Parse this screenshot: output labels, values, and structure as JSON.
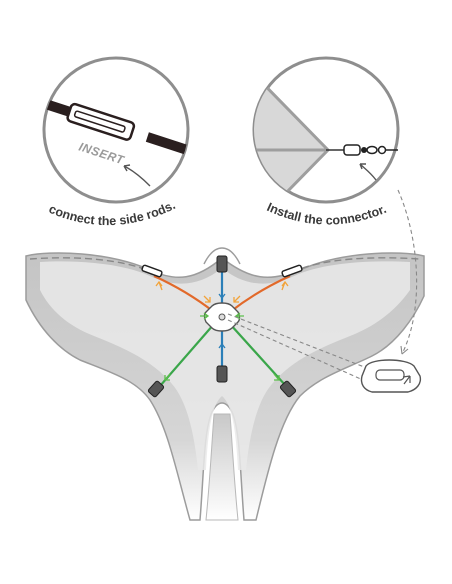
{
  "diagram": {
    "callout_left": {
      "insert_label": "INSERT",
      "caption": "connect the side rods."
    },
    "callout_right": {
      "caption": "Install the connector."
    },
    "colors": {
      "kite_fill": "#c9c9c9",
      "kite_outline": "#9c9c9c",
      "callout_ring": "#8e8e8e",
      "sail_panel": "#d8d8d8",
      "rod_orange": "#e2692a",
      "rod_blue": "#2b7fb8",
      "rod_green": "#3aa64a",
      "arrow_orange": "#f2a33a",
      "arrow_green": "#5bbf4a",
      "rod_dark": "#2a1f1f",
      "end_cap": "#555555"
    },
    "icons": [
      "insert-arrow-icon",
      "connector-arrow-icon",
      "snap-swivel-icon",
      "center-connector-icon",
      "guide-dashed-arrow-icon"
    ]
  }
}
